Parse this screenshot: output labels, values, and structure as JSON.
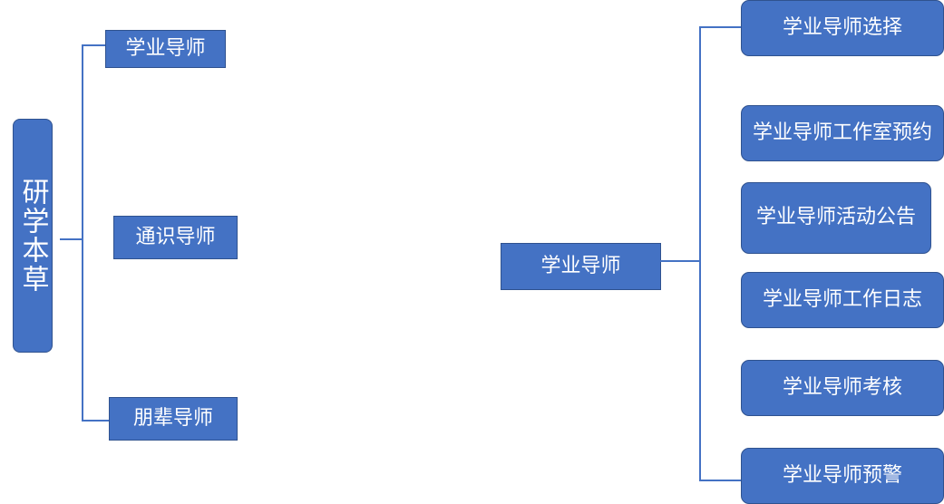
{
  "left": {
    "root": "研学本草",
    "children": [
      "学业导师",
      "通识导师",
      "朋辈导师"
    ]
  },
  "right": {
    "root": "学业导师",
    "children": [
      "学业导师选择",
      "学业导师工作室预约",
      "学业导师活动公告",
      "学业导师工作日志",
      "学业导师考核",
      "学业导师预警"
    ]
  }
}
